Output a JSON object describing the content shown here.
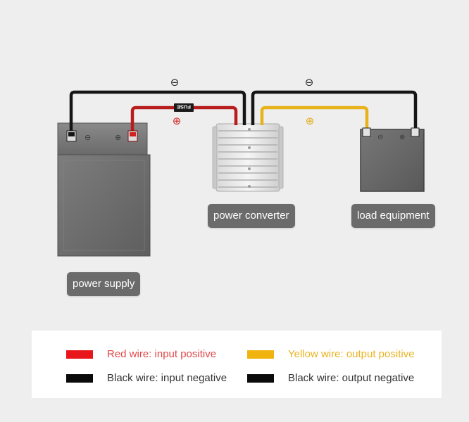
{
  "symbols": {
    "negative": "⊖",
    "positive": "⊕",
    "fuse": "FUSE"
  },
  "labels": {
    "power_supply": "power supply",
    "power_converter": "power converter",
    "load_equipment": "load equipment"
  },
  "legend": {
    "red": {
      "text": "Red wire: input positive",
      "color": "#e8161b",
      "text_color": "#e04848"
    },
    "black_input": {
      "text": "Black wire: input negative",
      "color": "#0a0a0a",
      "text_color": "#333333"
    },
    "yellow": {
      "text": "Yellow wire: output positive",
      "color": "#f1b40f",
      "text_color": "#eab321"
    },
    "black_output": {
      "text": "Black wire: output negative",
      "color": "#0a0a0a",
      "text_color": "#333333"
    }
  },
  "colors": {
    "background": "#eeeeee",
    "red_wire": "#b81c1c",
    "black_wire": "#151515",
    "yellow_wire": "#e7b21a",
    "battery_body": "#6f6f6f",
    "load_body": "#6a6a6a",
    "label_box": "#6b6b6b"
  }
}
